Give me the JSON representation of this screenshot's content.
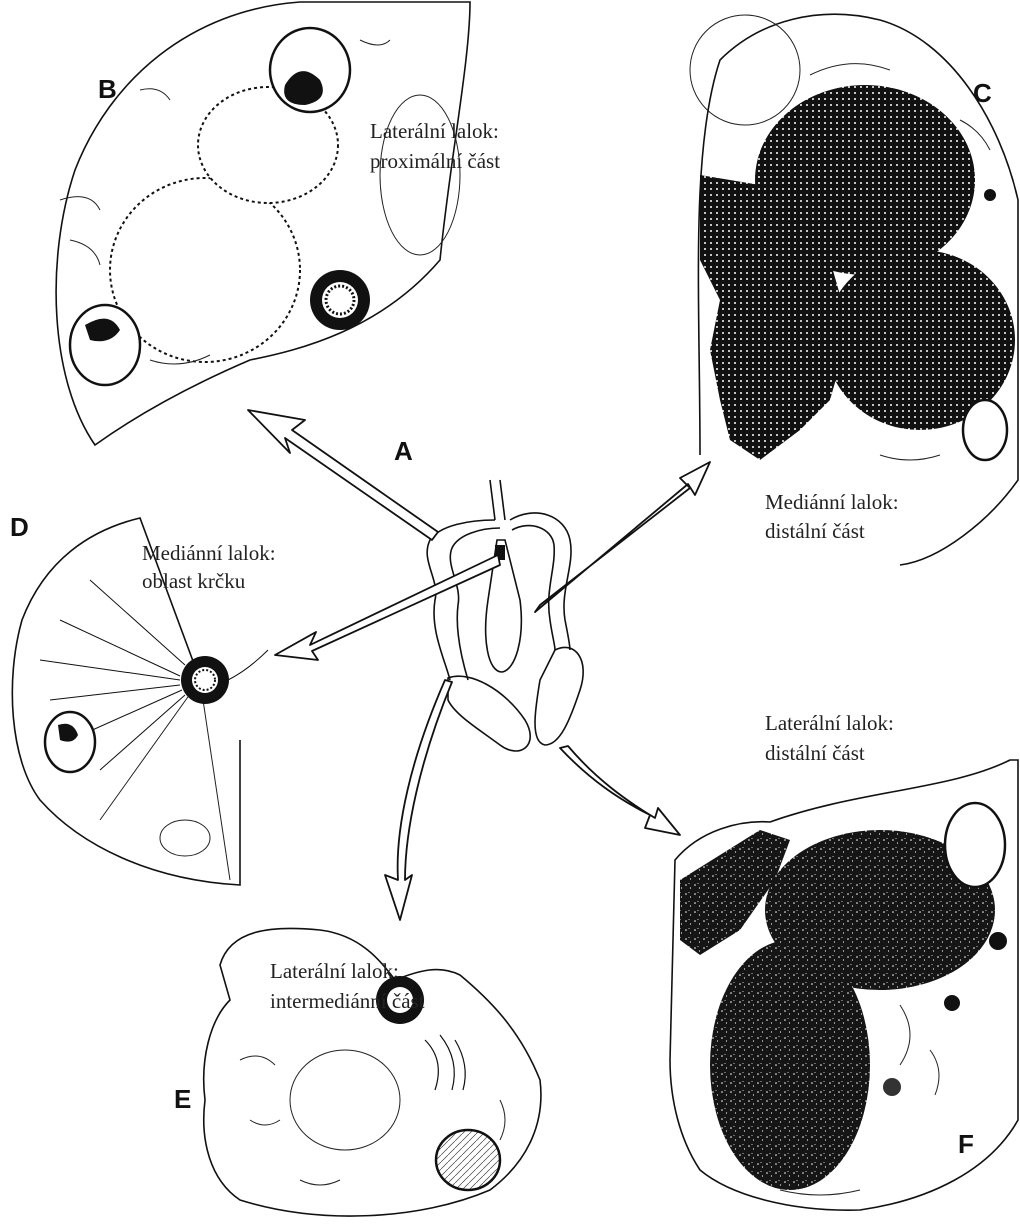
{
  "panels": {
    "A": {
      "letter": "A"
    },
    "B": {
      "letter": "B",
      "caption_line1": "Laterální lalok:",
      "caption_line2": "proximální část"
    },
    "C": {
      "letter": "C",
      "caption_line1": "Mediánní lalok:",
      "caption_line2": "distální část"
    },
    "D": {
      "letter": "D",
      "caption_line1": "Mediánní lalok:",
      "caption_line2": "oblast krčku"
    },
    "E": {
      "letter": "E",
      "caption_line1": "Laterální lalok:",
      "caption_line2": "intermediánní část"
    },
    "F": {
      "letter": "F",
      "caption_line1": "Laterální lalok:",
      "caption_line2": "distální část"
    }
  }
}
